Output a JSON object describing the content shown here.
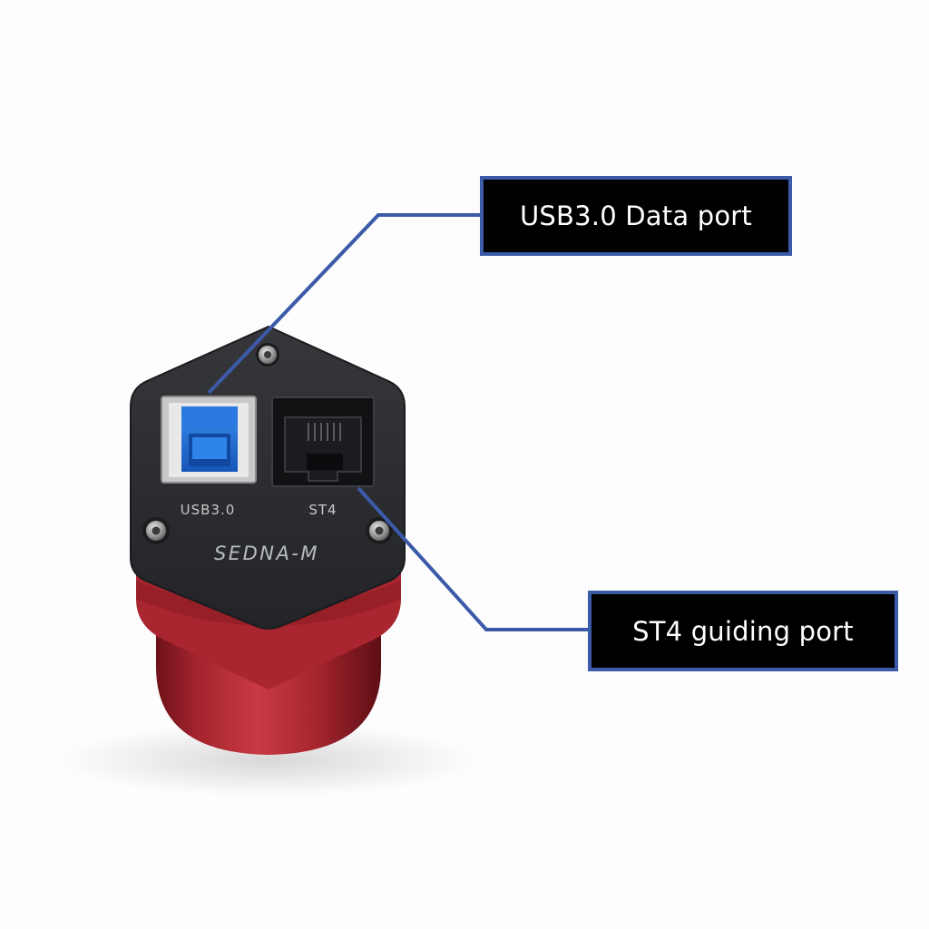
{
  "product": {
    "brand_text": "SEDNA-M",
    "port_labels": {
      "usb": "USB3.0",
      "st4": "ST4"
    }
  },
  "callouts": {
    "usb": {
      "label": "USB3.0 Data port"
    },
    "st4": {
      "label": "ST4 guiding port"
    }
  },
  "colors": {
    "body_red": "#b02a35",
    "panel": "#2c2d30",
    "usb_blue": "#1f6fd6",
    "leader_blue": "#3b5aa8",
    "callout_bg": "#000000",
    "callout_text": "#ffffff"
  },
  "icons": [
    "usb-b-port-icon",
    "rj12-port-icon",
    "screw-icon"
  ]
}
